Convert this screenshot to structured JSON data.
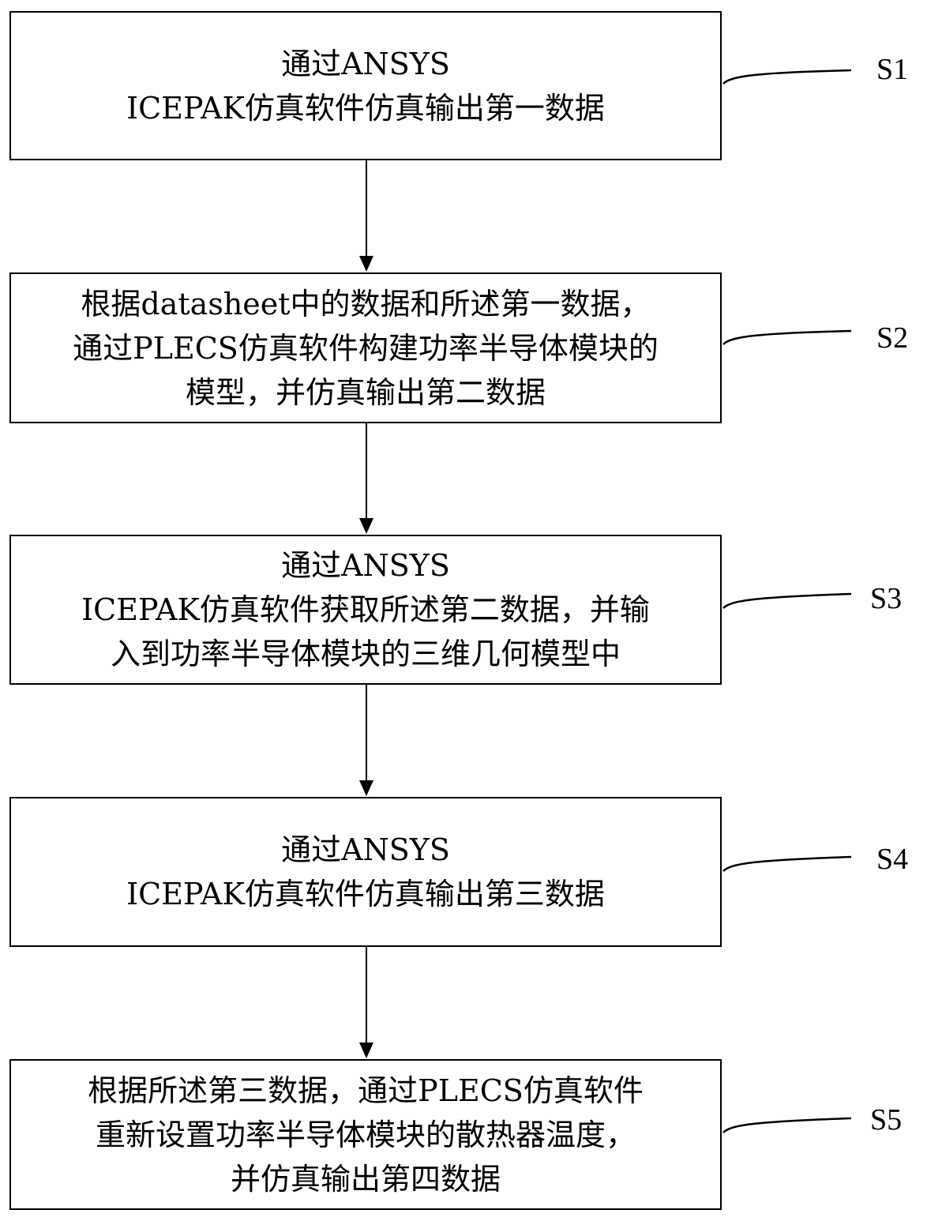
{
  "steps": [
    {
      "id": "S1",
      "lines": [
        "通过ANSYS",
        "ICEPAK仿真软件仿真输出第一数据"
      ]
    },
    {
      "id": "S2",
      "lines": [
        "根据datasheet中的数据和所述第一数据，",
        "通过PLECS仿真软件构建功率半导体模块的",
        "模型，并仿真输出第二数据"
      ]
    },
    {
      "id": "S3",
      "lines": [
        "通过ANSYS",
        "ICEPAK仿真软件获取所述第二数据，并输",
        "入到功率半导体模块的三维几何模型中"
      ]
    },
    {
      "id": "S4",
      "lines": [
        "通过ANSYS",
        "ICEPAK仿真软件仿真输出第三数据"
      ]
    },
    {
      "id": "S5",
      "lines": [
        "根据所述第三数据，通过PLECS仿真软件",
        "重新设置功率半导体模块的散热器温度，",
        "并仿真输出第四数据"
      ]
    }
  ]
}
